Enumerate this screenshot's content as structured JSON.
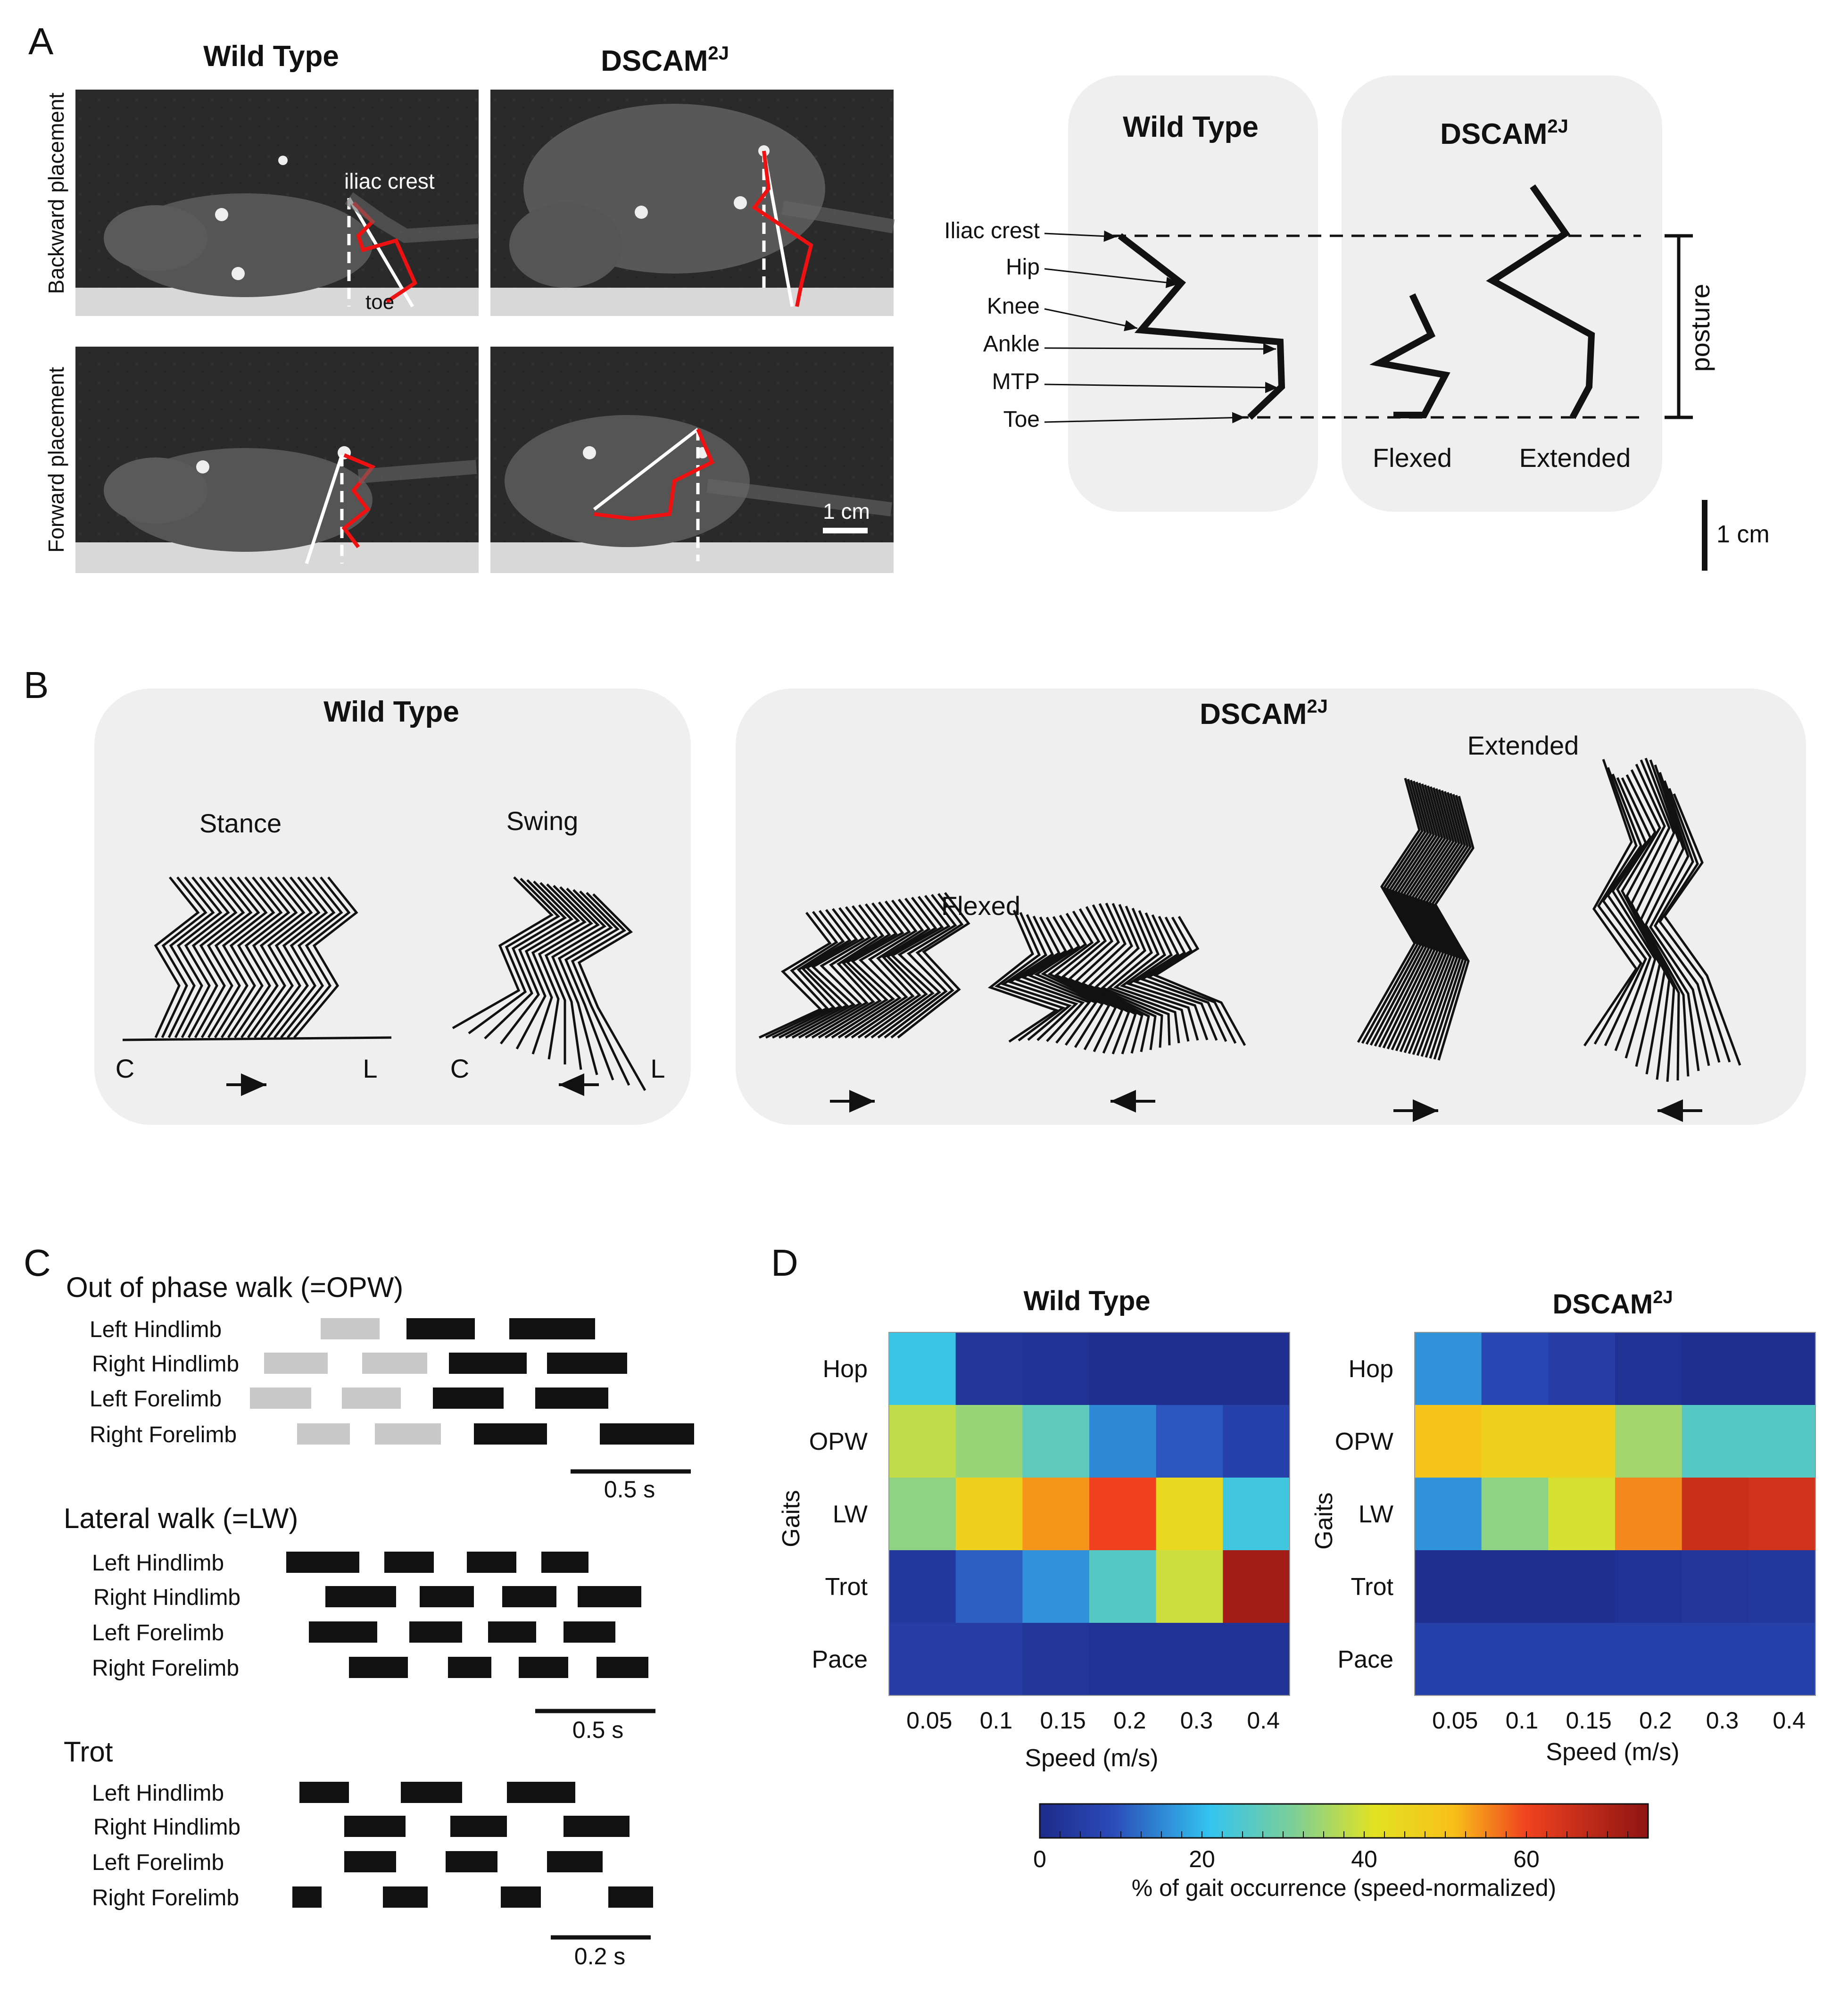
{
  "panel_labels": {
    "a": "A",
    "b": "B",
    "c": "C",
    "d": "D"
  },
  "panel_a": {
    "photo_col_wt": "Wild Type",
    "photo_col_ds_main": "DSCAM",
    "photo_col_ds_sup": "2J",
    "row_backward": "Backward placement",
    "row_forward": "Forward placement",
    "label_iliac": "iliac crest",
    "label_toe": "toe",
    "photo_scale": "1 cm",
    "diagram_wt": "Wild Type",
    "diagram_ds_main": "DSCAM",
    "diagram_ds_sup": "2J",
    "joints": [
      "Iliac crest",
      "Hip",
      "Knee",
      "Ankle",
      "MTP",
      "Toe"
    ],
    "flexed": "Flexed",
    "extended": "Extended",
    "posture": "posture",
    "diagram_scale": "1 cm"
  },
  "panel_b": {
    "wt_title": "Wild Type",
    "ds_title_main": "DSCAM",
    "ds_title_sup": "2J",
    "stance": "Stance",
    "swing": "Swing",
    "flexed": "Flexed",
    "extended": "Extended",
    "c1": "C",
    "l1": "L",
    "c2": "C",
    "l2": "L"
  },
  "panel_c": {
    "opw_title": "Out of phase walk (=OPW)",
    "lw_title": "Lateral walk (=LW)",
    "trot_title": "Trot",
    "limbs": [
      "Left Hindlimb",
      "Right Hindlimb",
      "Left Forelimb",
      "Right Forelimb"
    ],
    "scale_opw": "0.5 s",
    "scale_lw": "0.5 s",
    "scale_trot": "0.2 s"
  },
  "chart_data": [
    {
      "type": "heatmap",
      "title": "Wild Type",
      "xlabel": "Speed (m/s)",
      "ylabel": "Gaits",
      "x": [
        "0.05",
        "0.1",
        "0.15",
        "0.2",
        "0.3",
        "0.4"
      ],
      "y": [
        "Hop",
        "OPW",
        "LW",
        "Trot",
        "Pace"
      ],
      "values": [
        [
          22,
          3,
          2,
          1,
          1,
          1
        ],
        [
          38,
          34,
          27,
          15,
          10,
          6
        ],
        [
          33,
          46,
          54,
          60,
          44,
          23
        ],
        [
          4,
          11,
          16,
          26,
          39,
          72
        ],
        [
          5,
          5,
          3,
          2,
          2,
          2
        ]
      ]
    },
    {
      "type": "heatmap",
      "title_main": "DSCAM",
      "title_sup": "2J",
      "xlabel": "Speed (m/s)",
      "ylabel": "Gaits",
      "x": [
        "0.05",
        "0.1",
        "0.15",
        "0.2",
        "0.3",
        "0.4"
      ],
      "y": [
        "Hop",
        "OPW",
        "LW",
        "Trot",
        "Pace"
      ],
      "values": [
        [
          16,
          8,
          5,
          2,
          1,
          1
        ],
        [
          50,
          46,
          46,
          35,
          26,
          26
        ],
        [
          16,
          33,
          40,
          55,
          66,
          65
        ],
        [
          1,
          1,
          1,
          2,
          3,
          4
        ],
        [
          6,
          6,
          6,
          6,
          6,
          6
        ]
      ]
    }
  ],
  "colorbar": {
    "min": 0,
    "max": 75,
    "ticks": [
      "0",
      "20",
      "40",
      "60"
    ],
    "label": "% of gait occurrence (speed-normalized)"
  }
}
